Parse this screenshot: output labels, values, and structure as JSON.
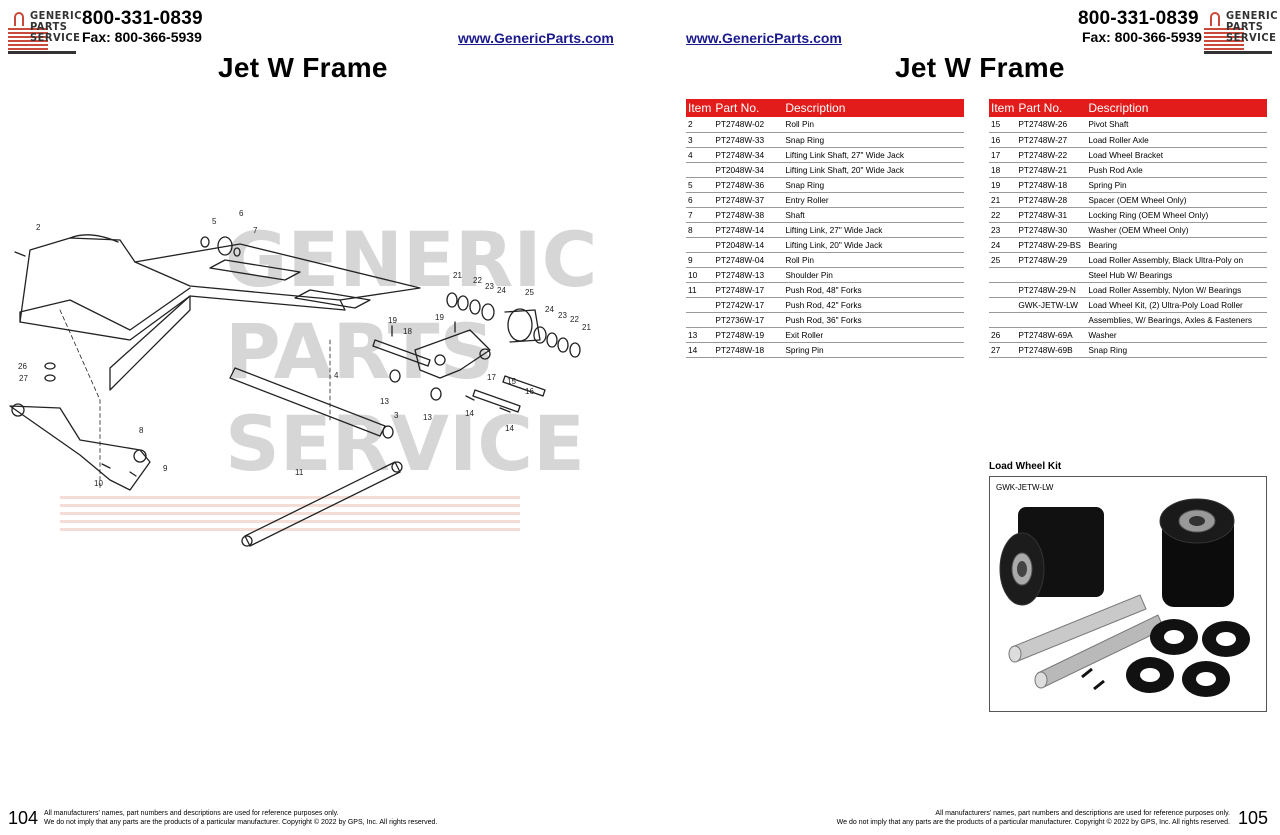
{
  "brand": {
    "line1": "GENERIC",
    "line2": "PARTS",
    "line3": "SERVICE"
  },
  "phone": "800-331-0839",
  "fax": "Fax: 800-366-5939",
  "website": "www.GenericParts.com",
  "title": "Jet W Frame",
  "diagram": {
    "watermark": [
      "GENERIC",
      "PARTS",
      "SERVICE"
    ],
    "callouts": [
      "2",
      "5",
      "6",
      "7",
      "21",
      "22",
      "23",
      "24",
      "25",
      "24",
      "23",
      "22",
      "21",
      "19",
      "18",
      "19",
      "26",
      "27",
      "4",
      "17",
      "15",
      "16",
      "13",
      "3",
      "13",
      "14",
      "14",
      "8",
      "9",
      "10",
      "11"
    ]
  },
  "table_headers": {
    "item": "Item",
    "part_no": "Part No.",
    "description": "Description"
  },
  "table_left": [
    {
      "item": "2",
      "part": "PT2748W-02",
      "desc": "Roll Pin"
    },
    {
      "item": "3",
      "part": "PT2748W-33",
      "desc": "Snap Ring"
    },
    {
      "item": "4",
      "part": "PT2748W-34",
      "desc": "Lifting Link Shaft, 27\" Wide Jack"
    },
    {
      "item": "",
      "part": "PT2048W-34",
      "desc": "Lifting Link Shaft, 20\" Wide Jack"
    },
    {
      "item": "5",
      "part": "PT2748W-36",
      "desc": "Snap Ring"
    },
    {
      "item": "6",
      "part": "PT2748W-37",
      "desc": "Entry Roller"
    },
    {
      "item": "7",
      "part": "PT2748W-38",
      "desc": "Shaft"
    },
    {
      "item": "8",
      "part": "PT2748W-14",
      "desc": "Lifting Link, 27\" Wide Jack"
    },
    {
      "item": "",
      "part": "PT2048W-14",
      "desc": "Lifting Link, 20\" Wide Jack"
    },
    {
      "item": "9",
      "part": "PT2748W-04",
      "desc": "Roll Pin"
    },
    {
      "item": "10",
      "part": "PT2748W-13",
      "desc": "Shoulder Pin"
    },
    {
      "item": "11",
      "part": "PT2748W-17",
      "desc": "Push Rod, 48\" Forks"
    },
    {
      "item": "",
      "part": "PT2742W-17",
      "desc": "Push Rod, 42\" Forks"
    },
    {
      "item": "",
      "part": "PT2736W-17",
      "desc": "Push Rod, 36\" Forks"
    },
    {
      "item": "13",
      "part": "PT2748W-19",
      "desc": "Exit Roller"
    },
    {
      "item": "14",
      "part": "PT2748W-18",
      "desc": "Spring Pin"
    }
  ],
  "table_right": [
    {
      "item": "15",
      "part": "PT2748W-26",
      "desc": "Pivot Shaft"
    },
    {
      "item": "16",
      "part": "PT2748W-27",
      "desc": "Load Roller Axle"
    },
    {
      "item": "17",
      "part": "PT2748W-22",
      "desc": "Load Wheel Bracket"
    },
    {
      "item": "18",
      "part": "PT2748W-21",
      "desc": "Push Rod Axle"
    },
    {
      "item": "19",
      "part": "PT2748W-18",
      "desc": "Spring Pin"
    },
    {
      "item": "21",
      "part": "PT2748W-28",
      "desc": "Spacer (OEM Wheel Only)"
    },
    {
      "item": "22",
      "part": "PT2748W-31",
      "desc": "Locking Ring (OEM Wheel Only)"
    },
    {
      "item": "23",
      "part": "PT2748W-30",
      "desc": "Washer (OEM Wheel Only)"
    },
    {
      "item": "24",
      "part": "PT2748W-29-BS",
      "desc": "Bearing"
    },
    {
      "item": "25",
      "part": "PT2748W-29",
      "desc": "Load Roller Assembly, Black Ultra-Poly on"
    },
    {
      "item": "",
      "part": "",
      "desc": "Steel Hub W/ Bearings"
    },
    {
      "item": "",
      "part": "PT2748W-29-N",
      "desc": "Load Roller Assembly, Nylon W/ Bearings"
    },
    {
      "item": "",
      "part": "GWK-JETW-LW",
      "desc": "Load Wheel Kit, (2) Ultra-Poly Load Roller"
    },
    {
      "item": "",
      "part": "",
      "desc": "Assemblies, W/ Bearings, Axles & Fasteners"
    },
    {
      "item": "26",
      "part": "PT2748W-69A",
      "desc": "Washer"
    },
    {
      "item": "27",
      "part": "PT2748W-69B",
      "desc": "Snap Ring"
    }
  ],
  "kit": {
    "title": "Load Wheel Kit",
    "code": "GWK-JETW-LW"
  },
  "footer": {
    "left_page": "104",
    "right_page": "105",
    "line1": "All manufacturers' names, part numbers and descriptions are used for reference purposes only.",
    "line2": "We do not imply that any parts are the products of a particular manufacturer. Copyright © 2022 by GPS, Inc. All rights reserved."
  },
  "colors": {
    "header_red": "#e21b1b",
    "link_blue": "#1a1a8c",
    "logo_red": "#c94a3a"
  }
}
